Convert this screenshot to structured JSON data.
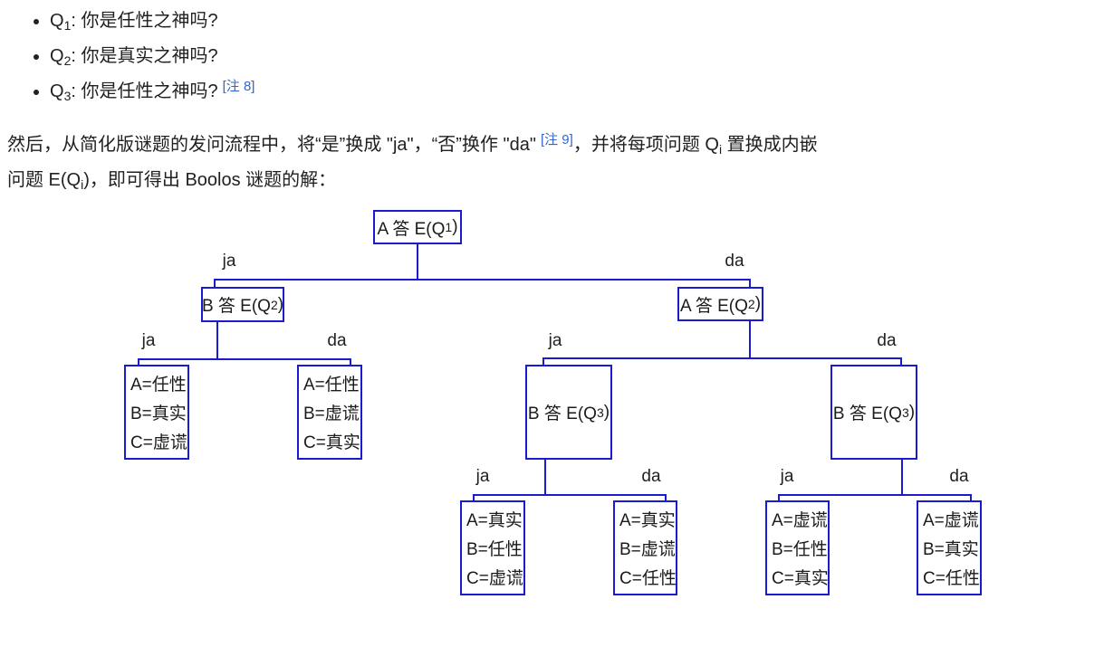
{
  "list": {
    "items": [
      {
        "prefix": "Q",
        "sub": "1",
        "text": ": 你是任性之神吗?",
        "ref": ""
      },
      {
        "prefix": "Q",
        "sub": "2",
        "text": ": 你是真实之神吗?",
        "ref": ""
      },
      {
        "prefix": "Q",
        "sub": "3",
        "text": ": 你是任性之神吗?",
        "ref": "[注 8]"
      }
    ]
  },
  "paragraph": {
    "t1": "然后，从简化版谜题的发问流程中，将“是”换成 \"ja\"，“否”换作 \"da\"",
    "ref": "[注 9]",
    "t2": "，并将每项问题 Q",
    "sub1": "i",
    "t3a": " 置换成内嵌",
    "t3b": "问题 E(Q",
    "sub2": "i",
    "t4": ")，即可得出 Boolos 谜题的解："
  },
  "tree": {
    "branch_labels": {
      "yes": "ja",
      "no": "da"
    },
    "root": {
      "pre": "A 答 E(Q",
      "sub": "1",
      "post": ")"
    },
    "node_b_q2": {
      "pre": "B 答 E(Q",
      "sub": "2",
      "post": ")"
    },
    "node_a_q2": {
      "pre": "A 答 E(Q",
      "sub": "2",
      "post": ")"
    },
    "node_b_q3_left": {
      "pre": "B 答 E(Q",
      "sub": "3",
      "post": ")"
    },
    "node_b_q3_right": {
      "pre": "B 答 E(Q",
      "sub": "3",
      "post": ")"
    },
    "leaves": {
      "jj": {
        "lines": [
          "A=任性",
          "B=真实",
          "C=虚谎"
        ]
      },
      "jd": {
        "lines": [
          "A=任性",
          "B=虚谎",
          "C=真实"
        ]
      },
      "djj": {
        "lines": [
          "A=真实",
          "B=任性",
          "C=虚谎"
        ]
      },
      "djd": {
        "lines": [
          "A=真实",
          "B=虚谎",
          "C=任性"
        ]
      },
      "ddj": {
        "lines": [
          "A=虚谎",
          "B=任性",
          "C=真实"
        ]
      },
      "ddd": {
        "lines": [
          "A=虚谎",
          "B=真实",
          "C=任性"
        ]
      }
    }
  },
  "colors": {
    "line_blue": "#1a1ad1",
    "link_blue": "#3366cc",
    "text": "#202122"
  }
}
